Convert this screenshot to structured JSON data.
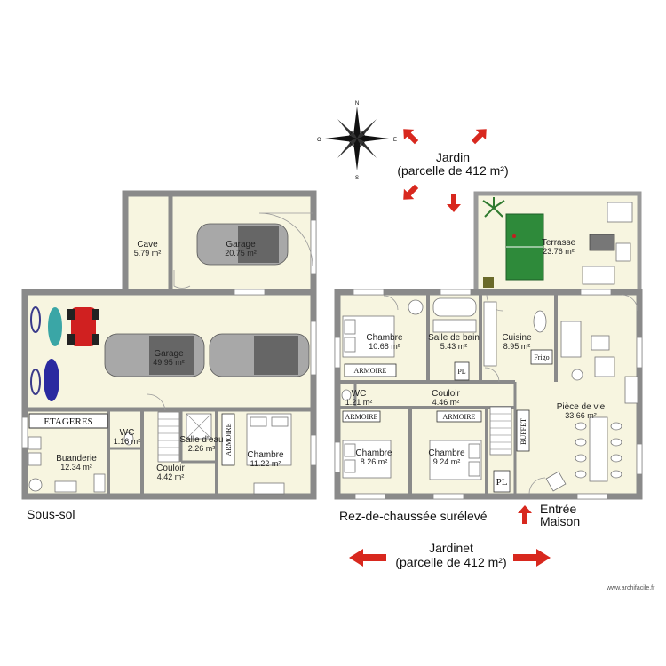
{
  "labels": {
    "jardin_title": "Jardin",
    "jardin_parcel": "(parcelle de 412 m²)",
    "jardinet_title": "Jardinet",
    "jardinet_parcel": "(parcelle de 412 m²)",
    "sous_sol": "Sous-sol",
    "rez": "Rez-de-chaussée  surélevé",
    "entree_1": "Entrée",
    "entree_2": "Maison",
    "watermark": "www.archifacile.fr"
  },
  "compass": {
    "n": "N",
    "s": "S",
    "e": "E",
    "o": "O"
  },
  "rooms": {
    "cave": {
      "name": "Cave",
      "area": "5.79 m²"
    },
    "garage_small": {
      "name": "Garage",
      "area": "20.75 m²"
    },
    "garage_big": {
      "name": "Garage",
      "area": "49.95 m²"
    },
    "wc_ss": {
      "name": "WC",
      "area": "1.16 m²"
    },
    "buanderie": {
      "name": "Buanderie",
      "area": "12.34 m²"
    },
    "salle_eau": {
      "name": "Salle d'eau",
      "area": "2.26 m²"
    },
    "couloir_ss": {
      "name": "Couloir",
      "area": "4.42 m²"
    },
    "chambre_ss": {
      "name": "Chambre",
      "area": "11.22 m²"
    },
    "terrasse": {
      "name": "Terrasse",
      "area": "23.76 m²"
    },
    "chambre_1": {
      "name": "Chambre",
      "area": "10.68 m²"
    },
    "salle_bain": {
      "name": "Salle de bain",
      "area": "5.43 m²"
    },
    "cuisine": {
      "name": "Cuisine",
      "area": "8.95 m²"
    },
    "wc_rdc": {
      "name": "WC",
      "area": "1.21 m²"
    },
    "couloir_rdc": {
      "name": "Couloir",
      "area": "4.46 m²"
    },
    "piece_vie": {
      "name": "Pièce de vie",
      "area": "33.66 m²"
    },
    "chambre_2": {
      "name": "Chambre",
      "area": "8.26 m²"
    },
    "chambre_3": {
      "name": "Chambre",
      "area": "9.24 m²"
    }
  },
  "furniture": {
    "etageres": "ETAGERES",
    "armoire": "ARMOIRE",
    "pl": "PL",
    "frigo": "Frigo",
    "buffet": "BUFFET"
  }
}
